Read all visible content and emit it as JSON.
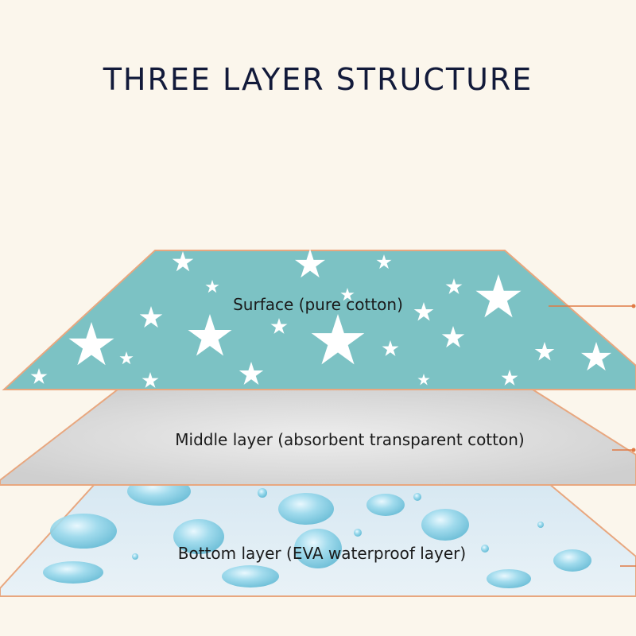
{
  "title": "THREE LAYER STRUCTURE",
  "layers": [
    {
      "label": "Surface (pure cotton)",
      "color": "#7cc2c4"
    },
    {
      "label": "Middle layer (absorbent transparent cotton)",
      "color": "#dcdcdc"
    },
    {
      "label": "Bottom layer (EVA waterproof layer)",
      "color": "#dcebf4"
    }
  ],
  "colors": {
    "background": "#fbf6ec",
    "edge": "#e8a77f",
    "leader": "#e07a45",
    "star": "#ffffff",
    "droplet": "#8fd3e6"
  }
}
